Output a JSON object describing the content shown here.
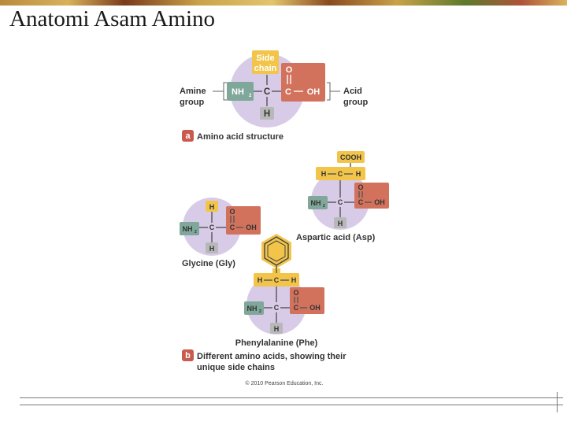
{
  "title": "Anatomi Asam Amino",
  "colors": {
    "circle": "#d8cbe8",
    "side_chain": "#f2c54a",
    "acid": "#d2725d",
    "amine": "#7fa79a",
    "hydrogen": "#b8b8b8",
    "label_badge": "#c95b4e"
  },
  "structure": {
    "side_chain_label": [
      "Side",
      "chain"
    ],
    "amine_label": [
      "Amine",
      "group"
    ],
    "acid_label": [
      "Acid",
      "group"
    ],
    "amine": "NH",
    "amine_sub": "2",
    "carbon": "C",
    "carbonyl_c": "C",
    "oxygen": "O",
    "oh": "OH",
    "hydrogen": "H",
    "badge": "a",
    "caption": "Amino acid structure"
  },
  "asp": {
    "cooh": "COOH",
    "h_left": "H",
    "c_mid": "C",
    "h_right": "H",
    "oxygen": "O",
    "amine": "NH",
    "amine_sub": "2",
    "carbon": "C",
    "carbonyl_c": "C",
    "oh": "OH",
    "hydrogen": "H",
    "caption": "Aspartic acid (Asp)"
  },
  "gly": {
    "h_top": "H",
    "oxygen": "O",
    "amine": "NH",
    "amine_sub": "2",
    "carbon": "C",
    "carbonyl_c": "C",
    "oh": "OH",
    "hydrogen": "H",
    "caption": "Glycine (Gly)"
  },
  "phe": {
    "h_left": "H",
    "c_mid": "C",
    "h_right": "H",
    "oxygen": "O",
    "amine": "NH",
    "amine_sub": "2",
    "carbon": "C",
    "carbonyl_c": "C",
    "oh": "OH",
    "hydrogen": "H",
    "caption": "Phenylalanine (Phe)"
  },
  "panel_b": {
    "badge": "b",
    "caption": [
      "Different amino acids, showing their",
      "unique side chains"
    ]
  },
  "copyright": "© 2010 Pearson Education, Inc."
}
